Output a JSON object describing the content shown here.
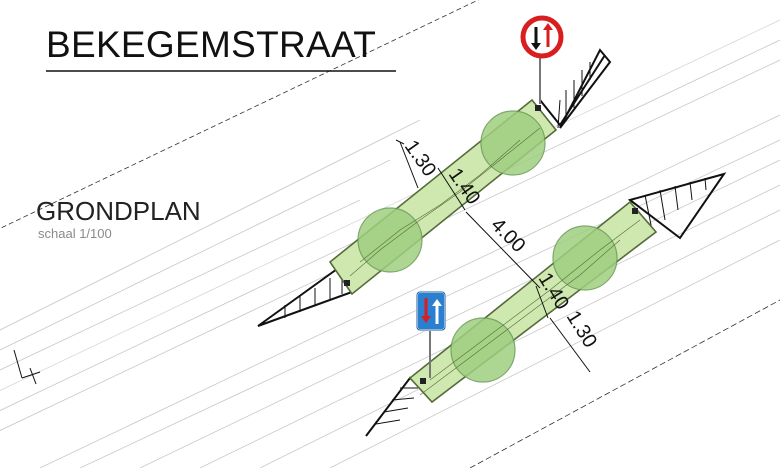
{
  "title": "BEKEGEMSTRAAT",
  "plan_label": "GRONDPLAN",
  "scale_label": "schaal 1/100",
  "dimensions": {
    "upper_outer": "1.30",
    "upper_inner": "1.40",
    "gap": "4.00",
    "lower_inner": "1.40",
    "lower_outer": "1.30"
  },
  "signs": [
    {
      "name": "no-entry-oncoming-sign",
      "shape": "round",
      "border_color": "#d81e1e",
      "arrows": "black down / red up"
    },
    {
      "name": "priority-over-oncoming-sign",
      "shape": "square",
      "background_color": "#2a7fd0",
      "arrows": "red down / white up"
    }
  ],
  "colors": {
    "planter_fill": "#cfe8b0",
    "planter_edge": "#556b3a",
    "tree_canopy": "#9fcf80",
    "road_lines": "#c8c8c8"
  }
}
